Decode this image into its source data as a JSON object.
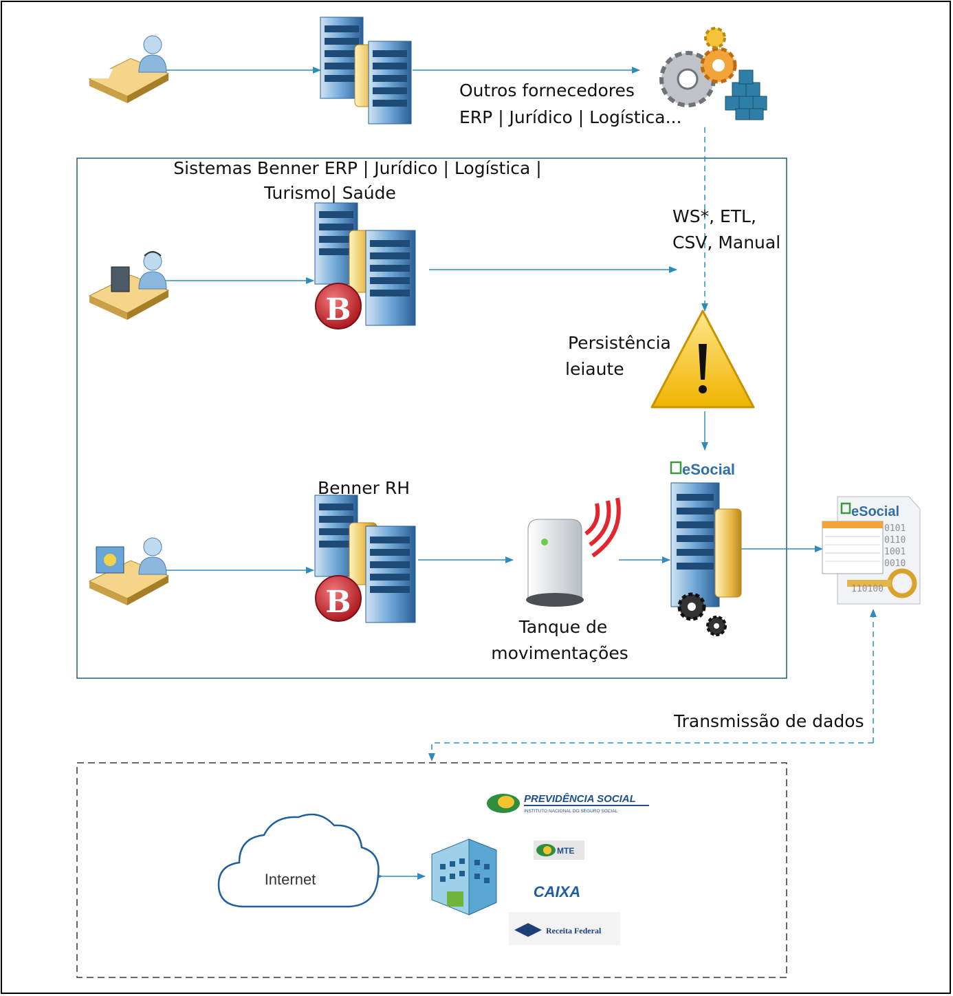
{
  "diagram": {
    "other_vendors": {
      "line1": "Outros fornecedores",
      "line2": "ERP | Jurídico | Logística..."
    },
    "benner_systems": {
      "line1": "Sistemas Benner ERP | Jurídico | Logística |",
      "line2": "Turismo| Saúde"
    },
    "integration": {
      "line1": "WS*, ETL,",
      "line2": "CSV, Manual"
    },
    "persistence": {
      "line1": "Persistência",
      "line2": "leiaute"
    },
    "benner_rh": "Benner RH",
    "tank": {
      "line1": "Tanque de",
      "line2": "movimentações"
    },
    "transmission": "Transmissão de dados",
    "internet": "Internet",
    "esocial_server_logo": "eSocial",
    "esocial_doc_logo": "eSocial",
    "binary": [
      "0101",
      "0110",
      "1001",
      "0010",
      "110100"
    ],
    "benner_badge": "B",
    "gov": {
      "previdencia": "PREVIDÊNCIA SOCIAL",
      "previdencia_sub": "INSTITUTO NACIONAL DO SEGURO SOCIAL",
      "mte": "MTE",
      "caixa": "CAIXA",
      "receita": "Receita Federal"
    }
  },
  "colors": {
    "connector": "#2E8BC0",
    "container_border": "#1F5F7A",
    "server_blue": "#3A7DB8",
    "warning_yellow": "#F2C22A",
    "benner_red": "#C8252B"
  }
}
